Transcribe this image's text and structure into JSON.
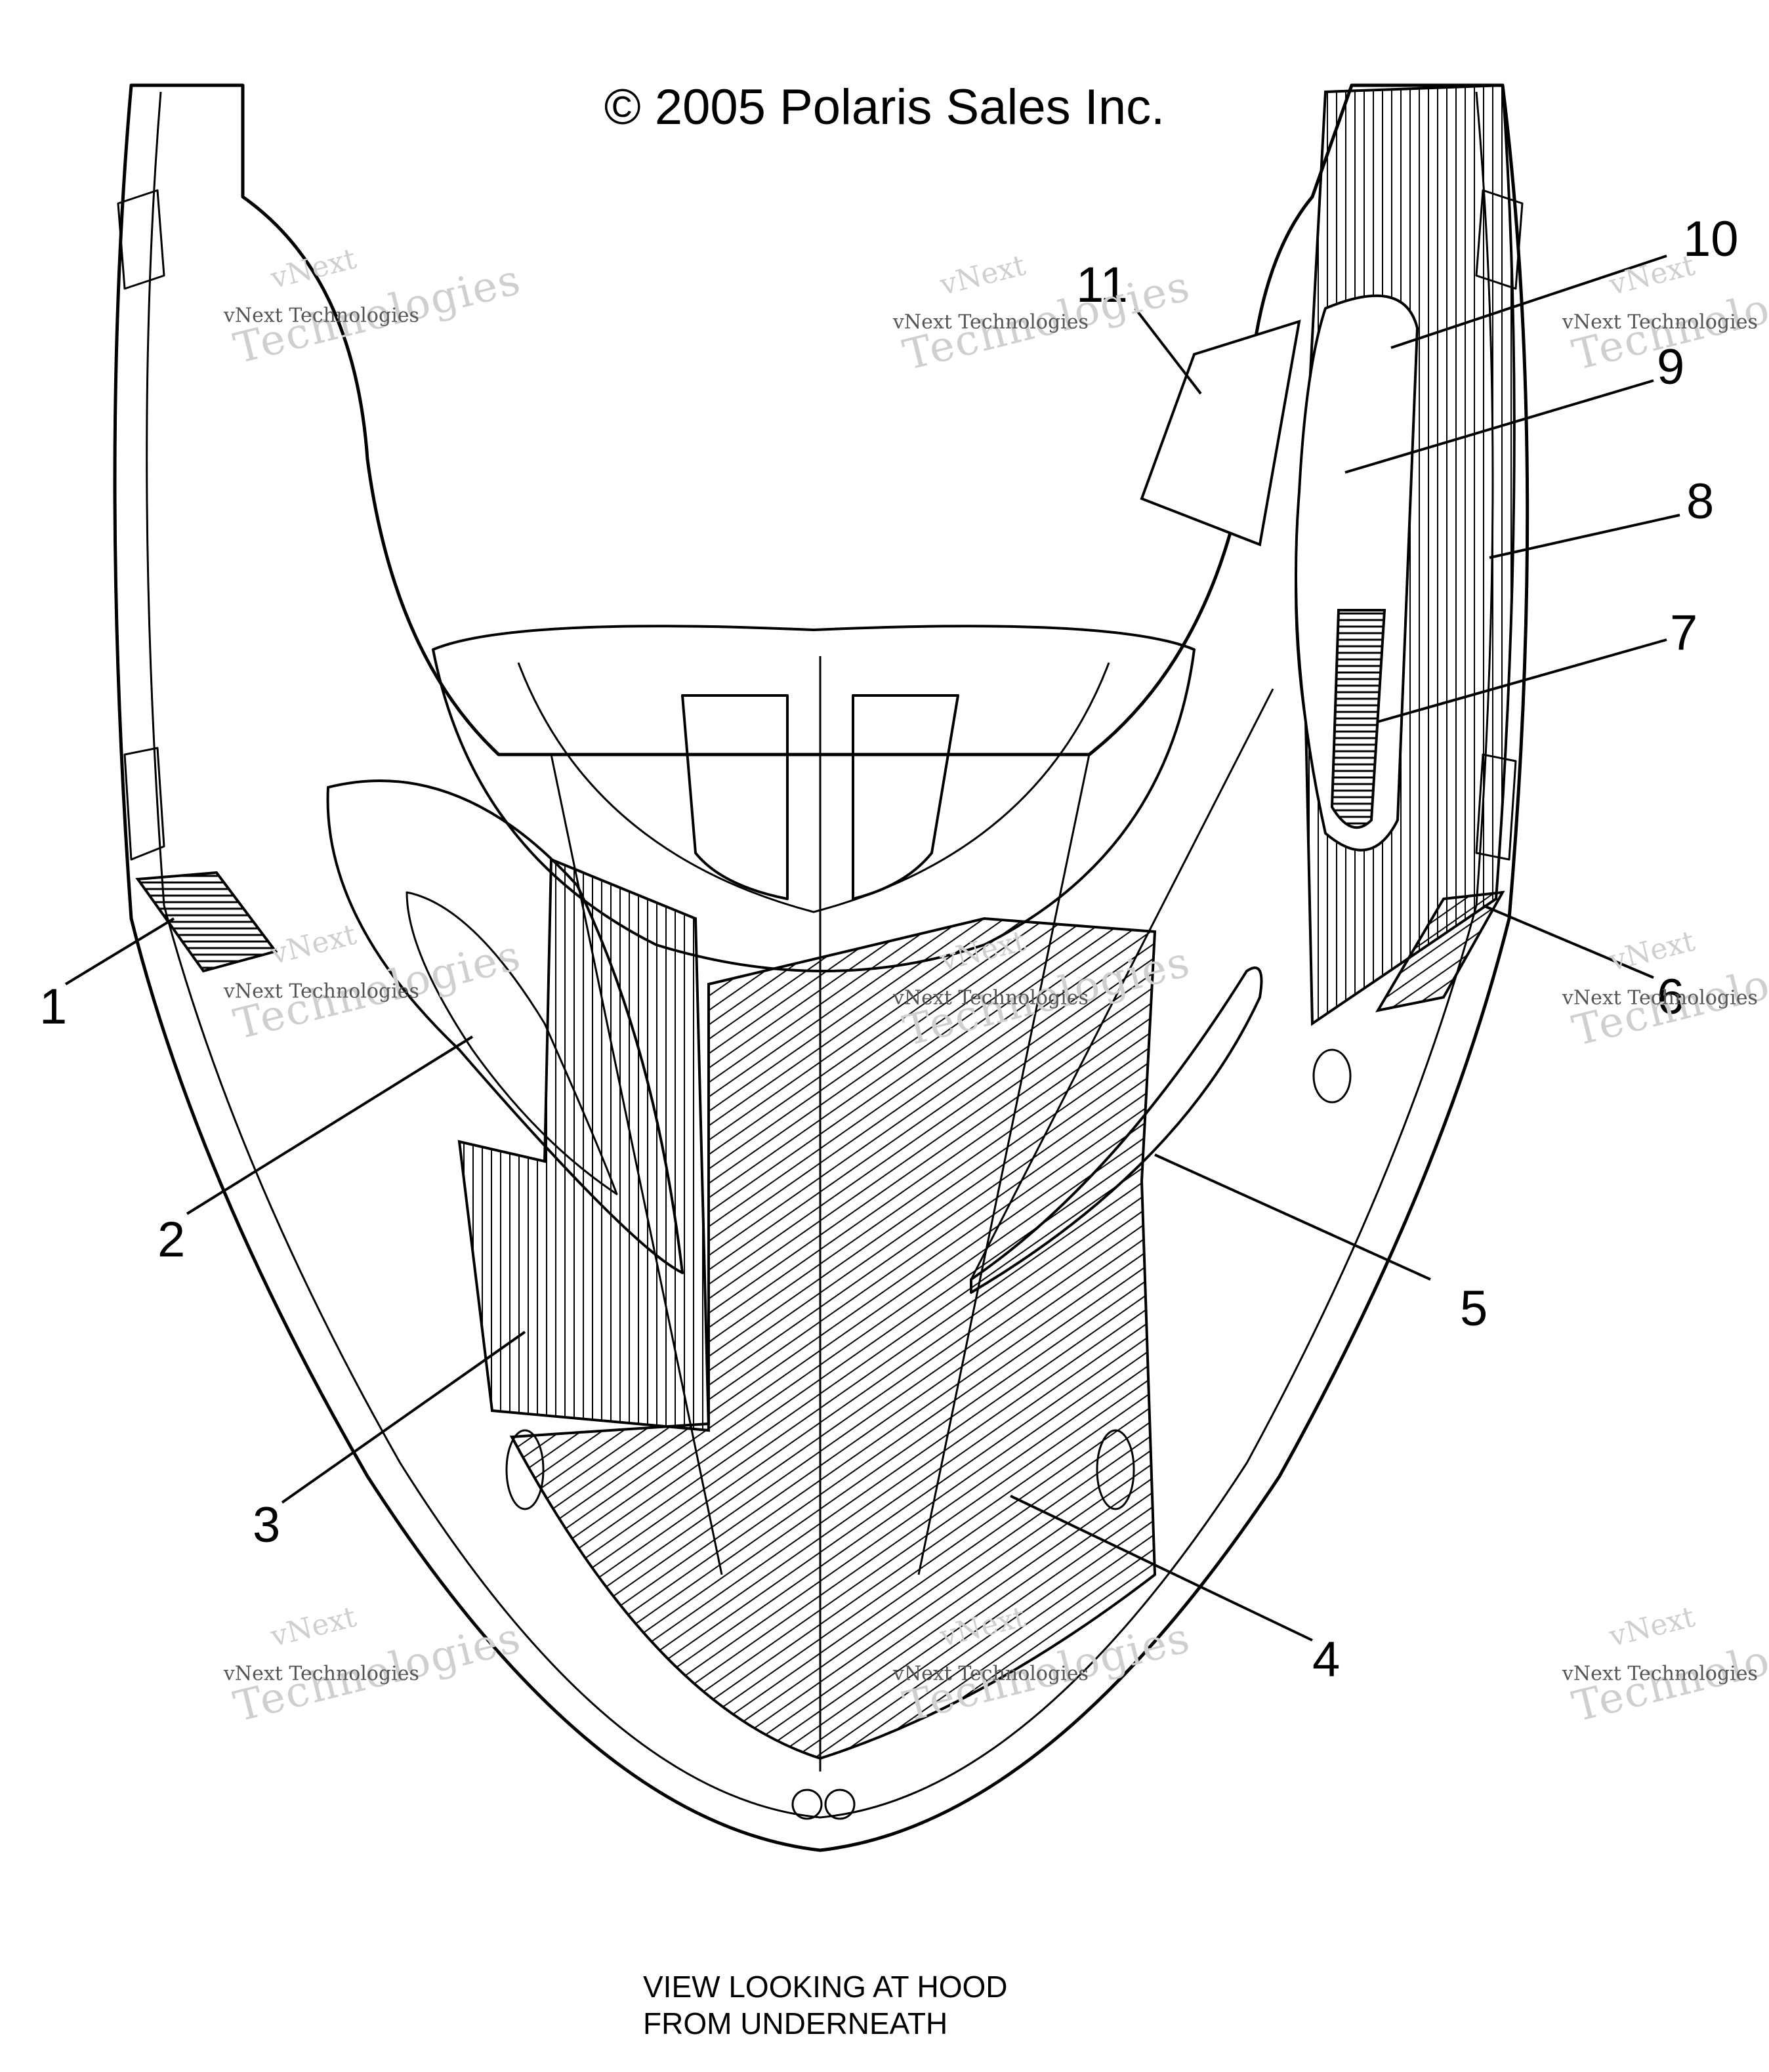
{
  "header": {
    "copyright": "© 2005 Polaris Sales Inc."
  },
  "callouts": [
    "1",
    "2",
    "3",
    "4",
    "5",
    "6",
    "7",
    "8",
    "9",
    "10",
    "11"
  ],
  "caption": {
    "line1": "VIEW LOOKING AT HOOD",
    "line2": "FROM UNDERNEATH"
  },
  "watermark": {
    "line1": "vNext",
    "line2": "vNext Technologies",
    "line3": "Technologies"
  }
}
